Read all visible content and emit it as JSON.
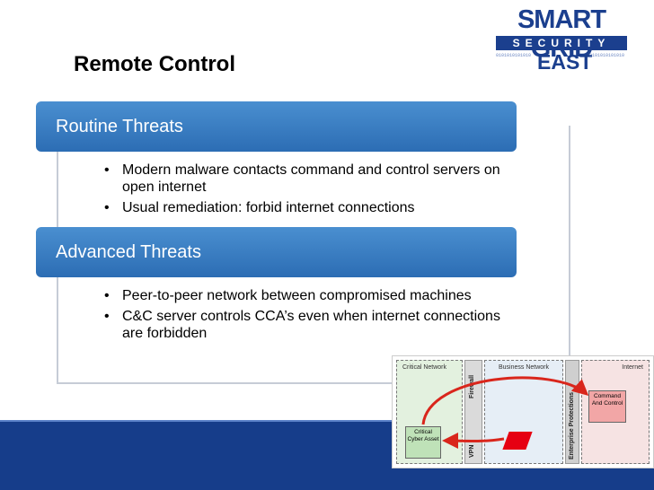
{
  "slide": {
    "title": "Remote Control",
    "sections": [
      {
        "header": "Routine Threats",
        "bullets": [
          "Modern malware contacts command and control servers on open internet",
          "Usual remediation: forbid internet connections"
        ]
      },
      {
        "header": "Advanced Threats",
        "bullets": [
          "Peer-to-peer network between compromised machines",
          "C&C server controls CCA’s even when internet connections are forbidden"
        ]
      }
    ],
    "bullet_glyph": "•"
  },
  "logo": {
    "line1": "SMART GRID",
    "line2": "SECURITY",
    "line3": "EAST",
    "binary": "0101010101010"
  },
  "diagram": {
    "zones": {
      "critical": "Critical Network",
      "business": "Business Network",
      "internet": "Internet"
    },
    "walls": {
      "firewall": "Firewall",
      "vpn": "VPN",
      "enterprise": "Enterprise Protections"
    },
    "boxes": {
      "cca": "Critical Cyber Asset",
      "cc": "Command And Control"
    }
  },
  "colors": {
    "header_bar": "#2c6db4",
    "bottom_band": "#163d8a",
    "logo": "#1b3f8e"
  }
}
